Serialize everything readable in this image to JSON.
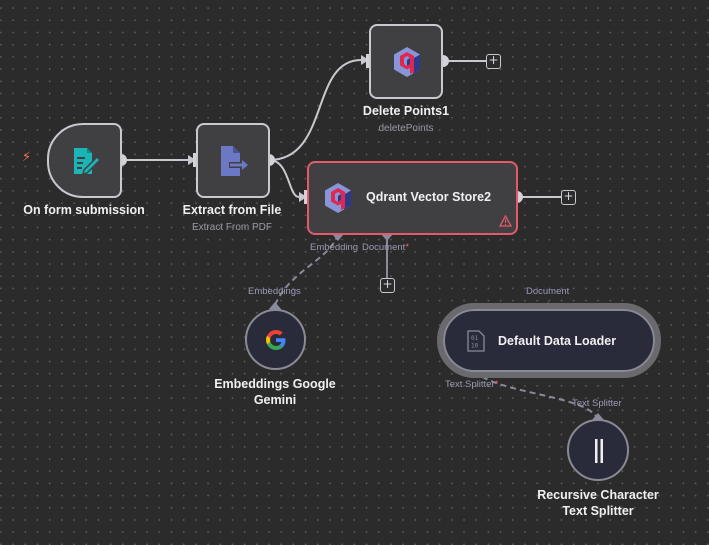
{
  "workflow": {
    "nodes": {
      "form_trigger": {
        "title": "On form submission",
        "icon": "form-edit-icon",
        "color": "#1bb5b5"
      },
      "extract": {
        "title": "Extract from File",
        "subtitle": "Extract From PDF",
        "icon": "file-export-icon",
        "color": "#6b79c4"
      },
      "delete_points": {
        "title": "Delete Points1",
        "subtitle": "deletePoints",
        "icon": "qdrant-icon"
      },
      "qdrant_store": {
        "title": "Qdrant Vector Store2",
        "icon": "qdrant-icon",
        "status": "warning",
        "status_color": "#e45a68",
        "ports": {
          "embedding": "Embedding",
          "document": "Document",
          "document_required": "*"
        }
      },
      "gemini": {
        "title_line1": "Embeddings Google",
        "title_line2": "Gemini",
        "port": "Embeddings",
        "icon": "google-icon"
      },
      "data_loader": {
        "title": "Default Data Loader",
        "icon": "binary-file-icon",
        "ports": {
          "document": "Document",
          "text_splitter": "Text Splitter",
          "text_splitter_required": "*"
        }
      },
      "splitter": {
        "title_line1": "Recursive Character",
        "title_line2": "Text Splitter",
        "port": "Text Splitter",
        "icon": "splitter-bars-icon"
      }
    },
    "add_symbol": "+",
    "trigger_symbol": "⚡"
  }
}
